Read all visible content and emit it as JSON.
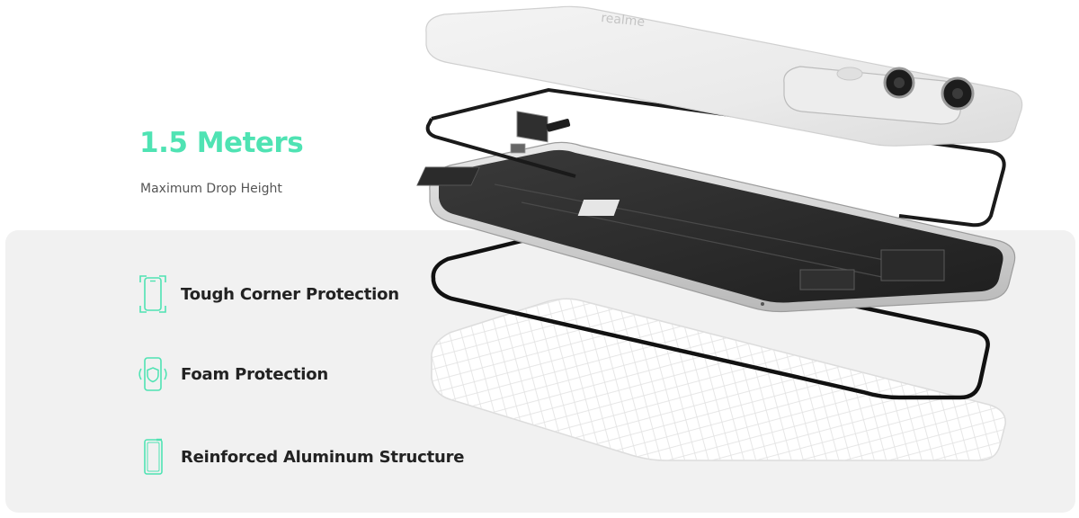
{
  "hero": {
    "headline": "1.5 Meters",
    "subline": "Maximum Drop Height"
  },
  "features": [
    {
      "label": "Tough Corner Protection",
      "icon": "phone-corner-protection-icon"
    },
    {
      "label": "Foam Protection",
      "icon": "phone-shield-icon"
    },
    {
      "label": "Reinforced Aluminum Structure",
      "icon": "phone-frame-icon"
    }
  ],
  "illustration": {
    "subject": "exploded-phone-layers",
    "brand_mark": "realme"
  },
  "colors": {
    "accent": "#4fe3b3",
    "panel": "#f1f1f1",
    "text": "#222222",
    "subtext": "#555555"
  }
}
